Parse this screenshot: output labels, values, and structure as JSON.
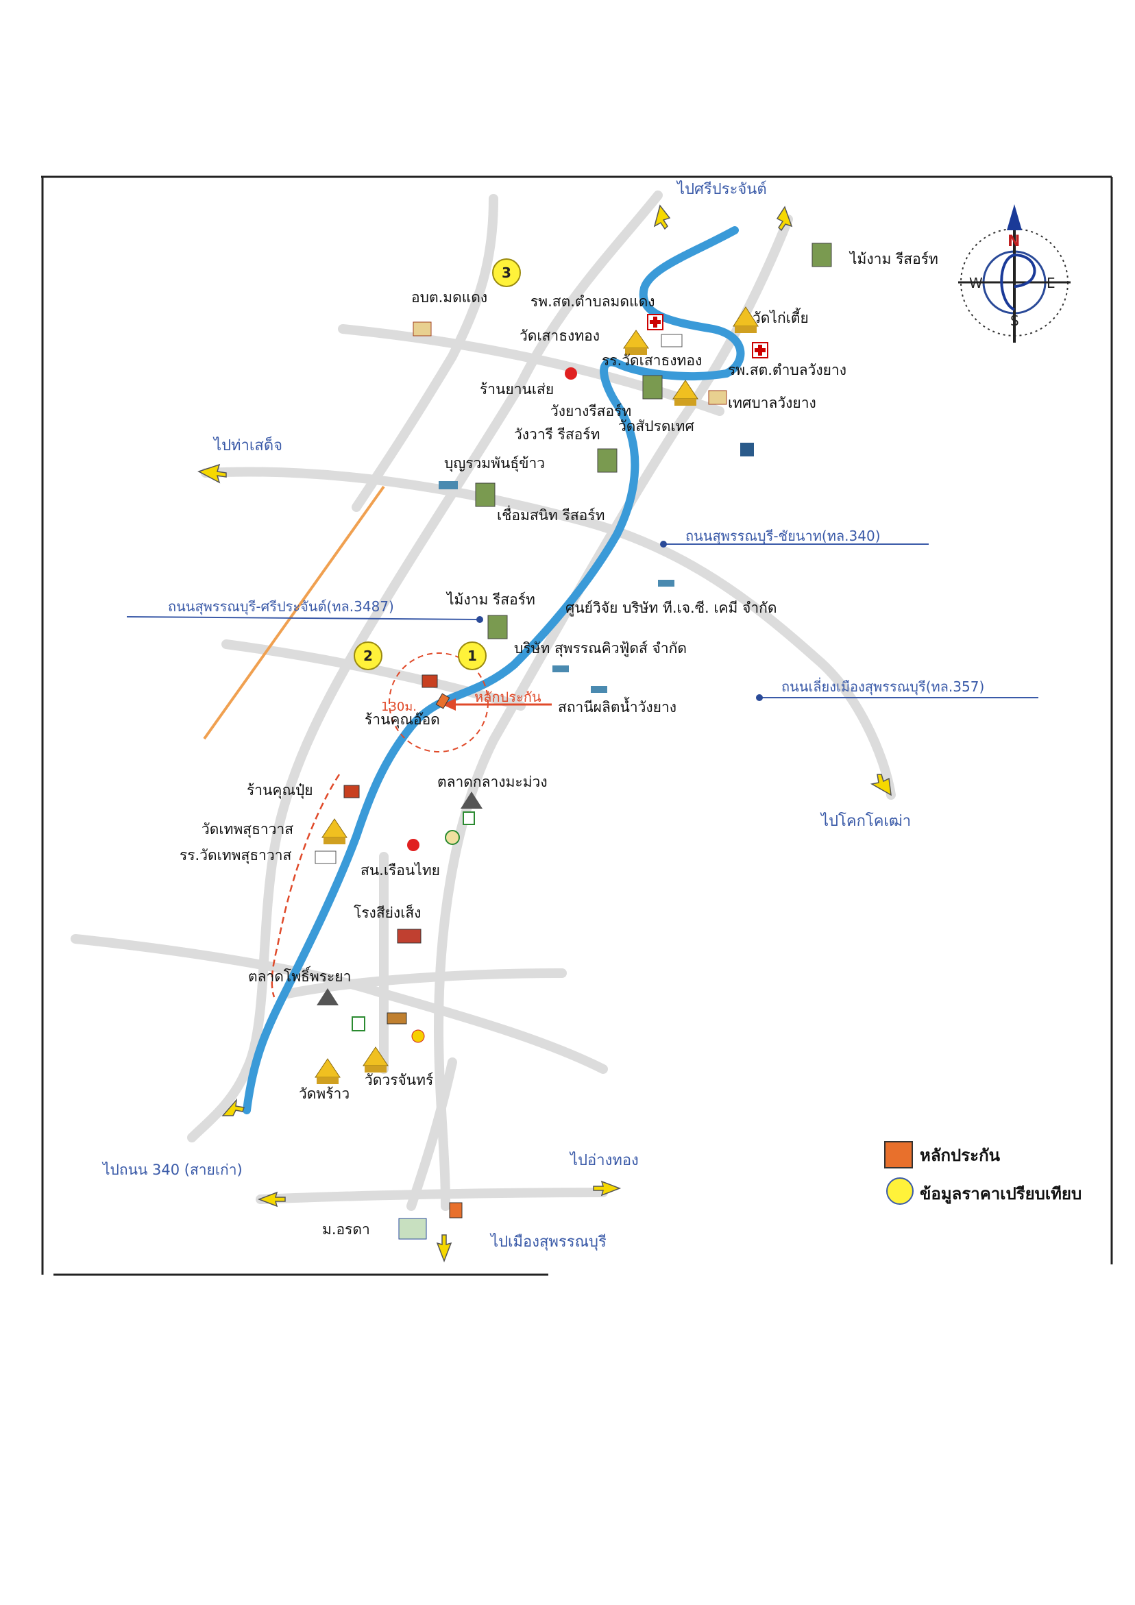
{
  "legend": {
    "collateral": "หลักประกัน",
    "comparable": "ข้อมูลราคาเปรียบเทียบ"
  },
  "compass": {
    "n": "N",
    "s": "S",
    "e": "E",
    "w": "W"
  },
  "directions": {
    "to_si_prachan": "ไปศรีประจันต์",
    "to_tha_sadet": "ไปท่าเสด็จ",
    "to_khok_khok_khao": "ไปโคกโคเฒ่า",
    "to_road_340_old": "ไปถนน 340 (สายเก่า)",
    "to_ang_thong": "ไปอ่างทอง",
    "to_mueang_suphan": "ไปเมืองสุพรรณบุรี"
  },
  "roads": {
    "road_340": "ถนนสุพรรณบุรี-ชัยนาท(ทล.340)",
    "road_3487": "ถนนสุพรรณบุรี-ศรีประจันต์(ทล.3487)",
    "road_357": "ถนนเลี่ยงเมืองสุพรรณบุรี(ทล.357)"
  },
  "collateral": {
    "label": "หลักประกัน",
    "distance": "130ม."
  },
  "comparables": [
    "1",
    "2",
    "3"
  ],
  "places": {
    "maingam_resort_ne": "ไม้งาม รีสอร์ท",
    "obt_mot_daeng": "อบต.มดแดง",
    "rps_mot_daeng": "รพ.สต.ตำบลมดแดง",
    "wat_kai_tia": "วัดไก่เตี้ย",
    "wat_sao_thong": "วัดเสาธงทอง",
    "school_wat_sao_thong": "รร.วัดเสาธงทอง",
    "rps_wang_yang": "รพ.สต.ตำบลวังยาง",
    "ran_yan_sei": "ร้านยานเส่ย",
    "wang_yang_resort": "วังยางรีสอร์ท",
    "wat_sap_pradet": "วัดสัปรดเทศ",
    "thesaban_wang_yang": "เทศบาลวังยาง",
    "wang_wari_resort": "วังวารี รีสอร์ท",
    "bun_ruam": "บุญรวมพันธุ์ข้าว",
    "chueam_sanit": "เชื่อมสนิท รีสอร์ท",
    "maingam_resort": "ไม้งาม รีสอร์ท",
    "research_center": "ศูนย์วิจัย บริษัท ที.เจ.ซี. เคมี จำกัด",
    "suphan_quick_foods": "บริษัท สุพรรณคิวฟู้ดส์ จำกัด",
    "water_plant": "สถานีผลิตน้ำวังยาง",
    "ran_khun_od": "ร้านคุณอ๊อด",
    "ran_khun_pui": "ร้านคุณปุ๋ย",
    "talat_klang": "ตลาดกลางมะม่วง",
    "wat_thep": "วัดเทพสุธาวาส",
    "school_wat_thep": "รร.วัดเทพสุธาวาส",
    "gas_ruean_thai": "สน.เรือนไทย",
    "rong_siang": "โรงสีย่งเส็ง",
    "talat_pho": "ตลาดโพธิ์พระยา",
    "wat_phrao": "วัดพร้าว",
    "wat_woranchan": "วัดวรจันทร์",
    "mor_ordada": "ม.อรดา"
  },
  "colors": {
    "river": "#3a9ad8",
    "road": "#dcdcdc",
    "orange_road": "#f0a050",
    "collateral": "#e8702c",
    "comparable": "#fff23a",
    "label_blue": "#3a5aa8",
    "arrow_yellow": "#f6d800"
  }
}
